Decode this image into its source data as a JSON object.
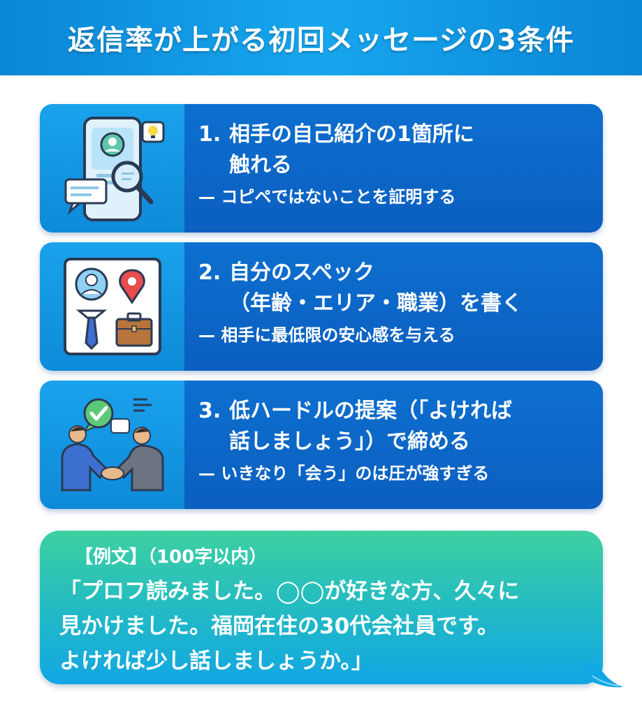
{
  "header": {
    "title": "返信率が上がる初回メッセージの3条件"
  },
  "conditions": [
    {
      "num": "1.",
      "title_line1": "相手の自己紹介の1箇所に",
      "title_line2": "触れる",
      "sub": "— コピペではないことを証明する",
      "icon": "profile-search-icon"
    },
    {
      "num": "2.",
      "title_line1": "自分のスペック",
      "title_line2": "（年齢・エリア・職業）を書く",
      "sub": "— 相手に最低限の安心感を与える",
      "icon": "spec-card-icon"
    },
    {
      "num": "3.",
      "title_line1": "低ハードルの提案（「よければ",
      "title_line2": "話しましょう」）で締める",
      "sub": "— いきなり「会う」のは圧が強すぎる",
      "icon": "handshake-icon"
    }
  ],
  "example": {
    "label": "【例文】（100字以内）",
    "lines": [
      "「プロフ読みました。◯◯が好きな方、久々に",
      "見かけました。福岡在住の30代会社員です。",
      "よければ少し話しましょうか。」"
    ]
  },
  "colors": {
    "header": "#0a86d6",
    "card_icon_bg": "#1aa2ec",
    "card_text_bg": "#0b5fc0",
    "example_top": "#3ed0a0",
    "example_bottom": "#12a6e4"
  }
}
